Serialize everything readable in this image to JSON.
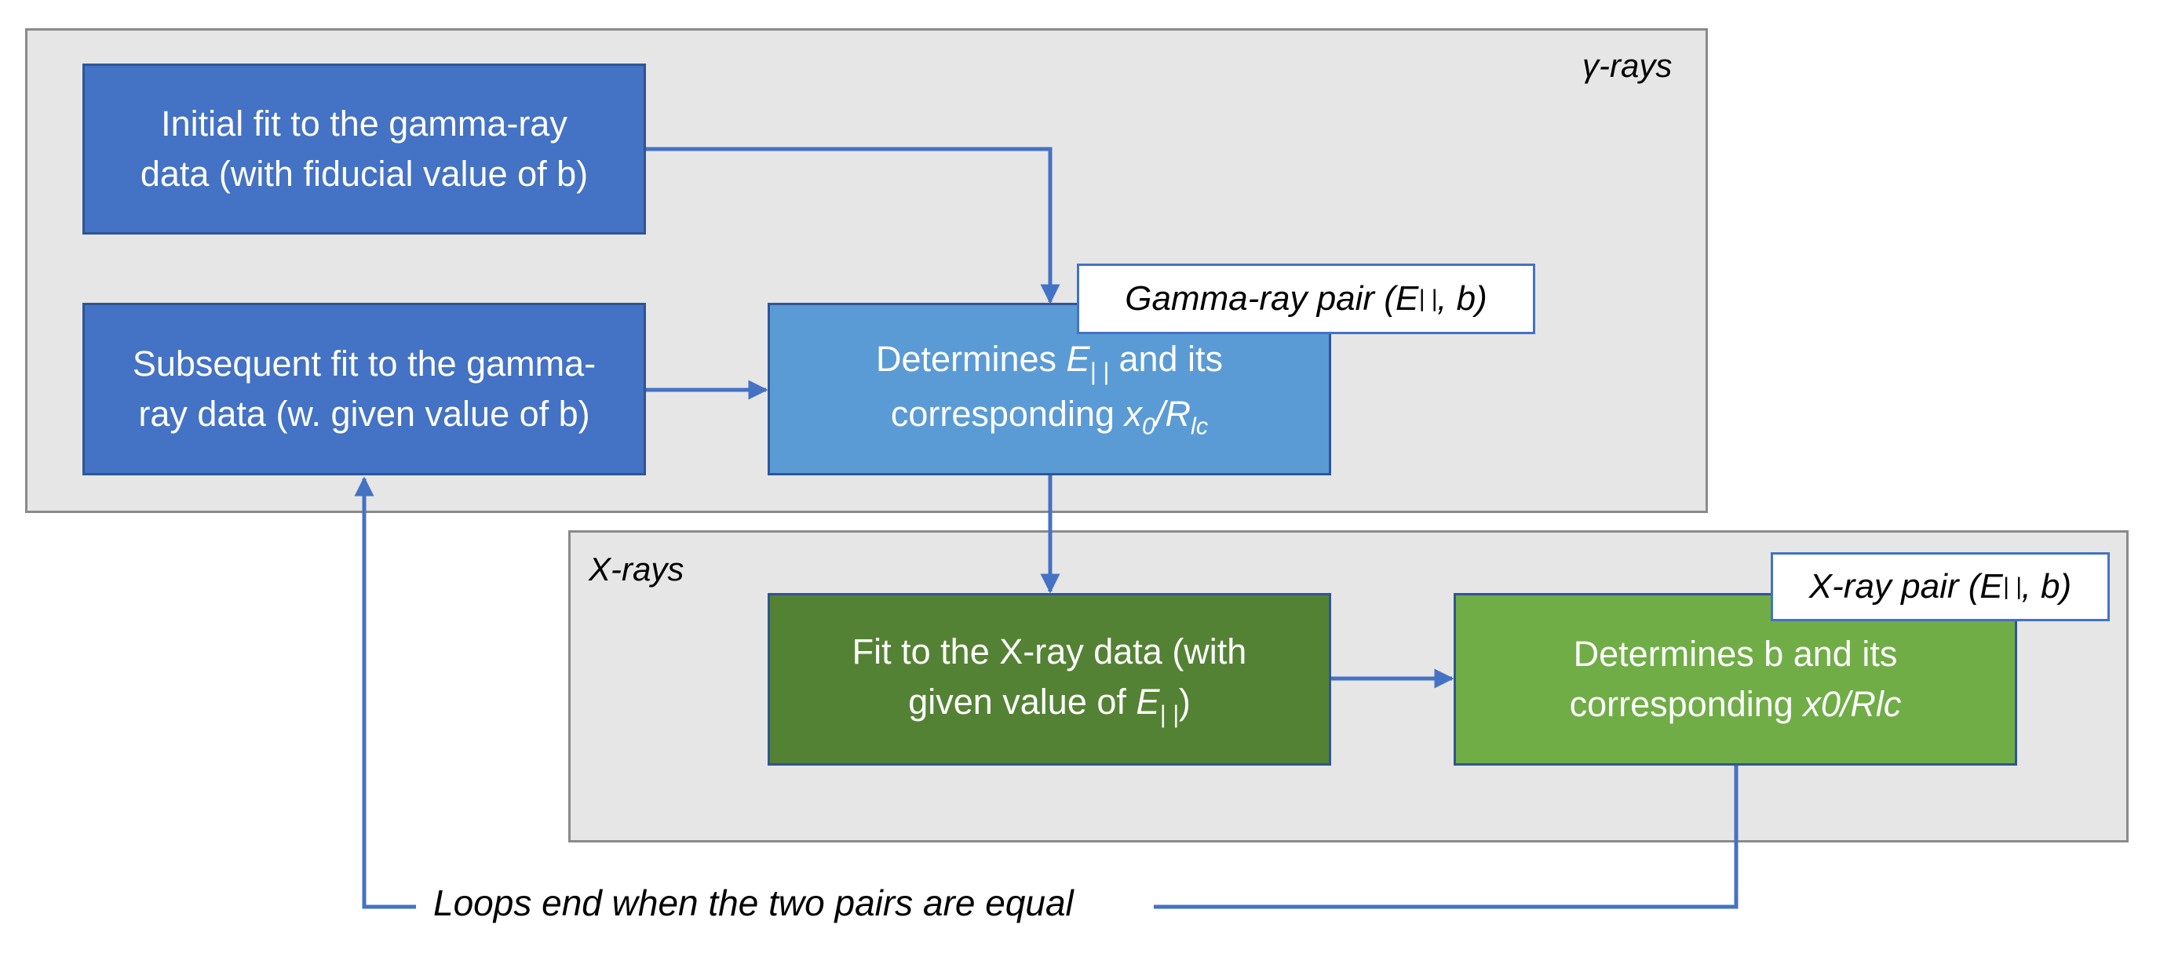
{
  "panels": {
    "gamma": {
      "label": "γ-rays"
    },
    "xray": {
      "label": "X-rays"
    }
  },
  "boxes": {
    "initial_fit": {
      "line1": "Initial fit to the gamma-ray",
      "line2": "data (with fiducial value of b)"
    },
    "subsequent_fit": {
      "line1": "Subsequent fit to the gamma-",
      "line2": "ray data (w. given value of b)"
    },
    "determines_e": {
      "line1_prefix": "Determines ",
      "line1_var": "E",
      "line1_sub": "| |",
      "line1_suffix": " and its",
      "line2_prefix": "corresponding ",
      "line2_var": "x",
      "line2_sub": "0",
      "line2_slash": "/",
      "line2_var2": "R",
      "line2_sub2": "lc"
    },
    "xray_fit": {
      "line1": "Fit to the X-ray data (with",
      "line2_prefix": "given value of ",
      "line2_var": "E",
      "line2_sub": "| |",
      "line2_suffix": ")"
    },
    "determines_b": {
      "line1": "Determines b and its",
      "line2_prefix": "corresponding ",
      "line2_var": "x0/Rlc"
    }
  },
  "pair_labels": {
    "gamma_pair": {
      "prefix": "Gamma-ray pair (E",
      "sub": "| |",
      "suffix": ", b)"
    },
    "xray_pair": {
      "prefix": "X-ray pair (E",
      "sub": "| |",
      "suffix": ", b)"
    }
  },
  "loop_note": "Loops end when the two pairs are equal",
  "colors": {
    "arrow": "#4472c4",
    "blue_dark": "#4472c4",
    "blue_light": "#5b9bd5",
    "green_dark": "#548235",
    "green_light": "#70ad47",
    "panel_fill": "#e6e6e6"
  }
}
